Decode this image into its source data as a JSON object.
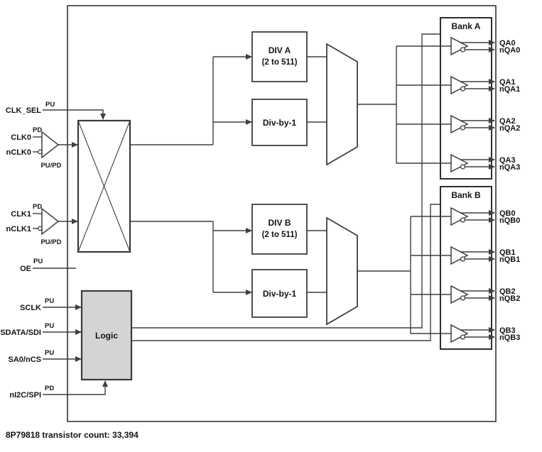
{
  "pins": {
    "clk_sel": {
      "label": "CLK_SEL",
      "pull": "PU"
    },
    "clk0": {
      "label": "CLK0",
      "pull": "PD"
    },
    "nclk0": {
      "label": "nCLK0"
    },
    "clk0_pair_pull": "PU/PD",
    "clk1": {
      "label": "CLK1",
      "pull": "PD"
    },
    "nclk1": {
      "label": "nCLK1"
    },
    "clk1_pair_pull": "PU/PD",
    "oe": {
      "label": "OE",
      "pull": "PU"
    },
    "sclk": {
      "label": "SCLK",
      "pull": "PU"
    },
    "sdata_sdi": {
      "label": "SDATA/SDI",
      "pull": "PU"
    },
    "sa0_ncs": {
      "label": "SA0/nCS",
      "pull": "PU"
    },
    "ni2c_spi": {
      "label": "nI2C/SPI",
      "pull": "PD"
    }
  },
  "blocks": {
    "div_a": {
      "title": "DIV A",
      "range": "(2 to 511)"
    },
    "div_by_1_a": {
      "title": "Div-by-1"
    },
    "div_b": {
      "title": "DIV B",
      "range": "(2 to 511)"
    },
    "div_by_1_b": {
      "title": "Div-by-1"
    },
    "logic": {
      "title": "Logic"
    }
  },
  "banks": [
    {
      "title": "Bank A",
      "outputs": [
        {
          "q": "QA0",
          "nq": "nQA0"
        },
        {
          "q": "QA1",
          "nq": "nQA1"
        },
        {
          "q": "QA2",
          "nq": "nQA2"
        },
        {
          "q": "QA3",
          "nq": "nQA3"
        }
      ]
    },
    {
      "title": "Bank B",
      "outputs": [
        {
          "q": "QB0",
          "nq": "nQB0"
        },
        {
          "q": "QB1",
          "nq": "nQB1"
        },
        {
          "q": "QB2",
          "nq": "nQB2"
        },
        {
          "q": "QB3",
          "nq": "nQB3"
        }
      ]
    }
  ],
  "footer": {
    "note": "8P79818 transistor count: 33,394"
  },
  "colors": {
    "line": "#3f3f3f",
    "logic_fill": "#d4d4d4",
    "background": "#ffffff"
  }
}
